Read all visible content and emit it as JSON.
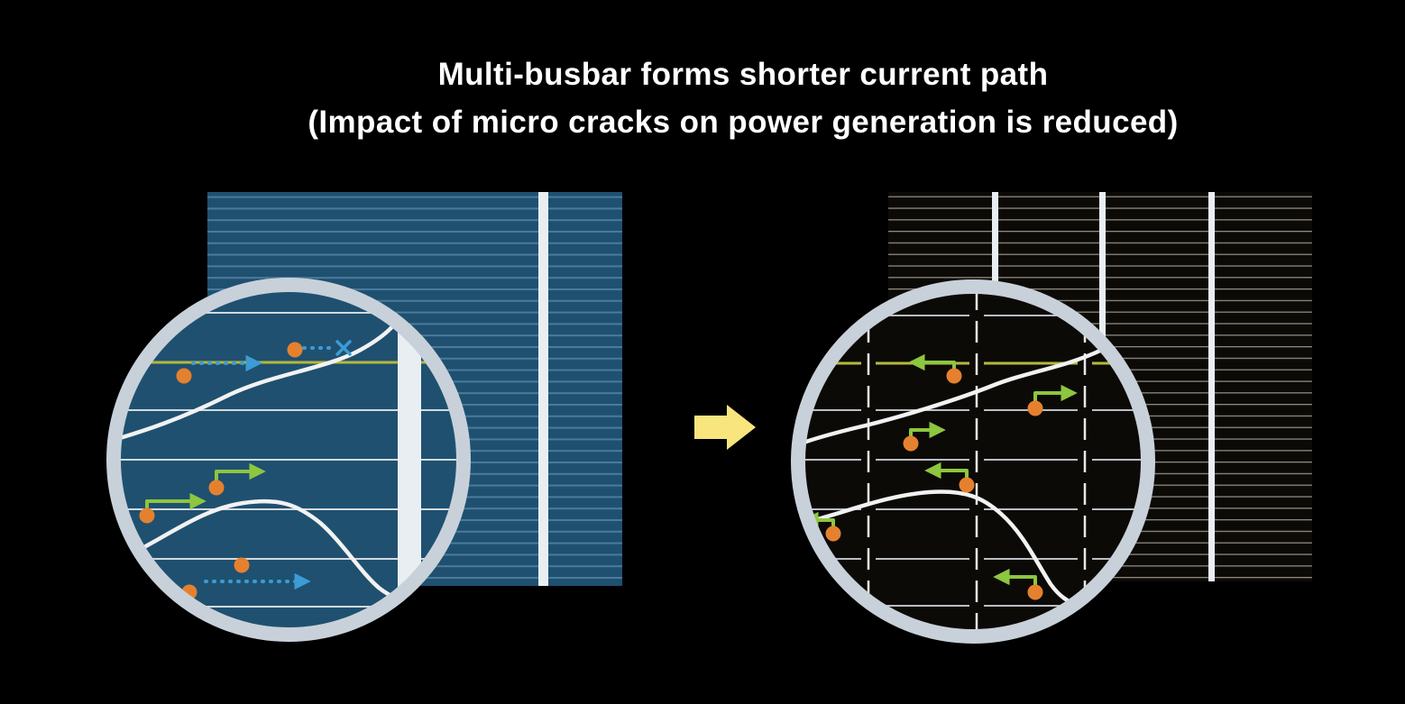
{
  "title": {
    "line1": "Multi-busbar forms shorter current path",
    "line2": "(Impact of micro cracks on power generation is reduced)"
  },
  "icons": {
    "transition_arrow": "right-block-arrow",
    "blocked_path": "x-mark"
  },
  "colors": {
    "background": "#000000",
    "title_text": "#ffffff",
    "left_cell": "#1f5070",
    "left_cell_lines": "#4a7a9c",
    "right_cell": "#0c0a07",
    "right_cell_lines": "#8f8a7d",
    "busbar": "#e9eef3",
    "magnifier_ring": "#c8d1d9",
    "magnifier_line": "#d2d9de",
    "crack": "#f2f2f2",
    "electron_dot": "#e5812e",
    "short_path_arrow": "#8dc63f",
    "long_path_arrow": "#3d9bd5",
    "highlight_line": "#b5b83b",
    "transition_arrow": "#f8e57e"
  }
}
